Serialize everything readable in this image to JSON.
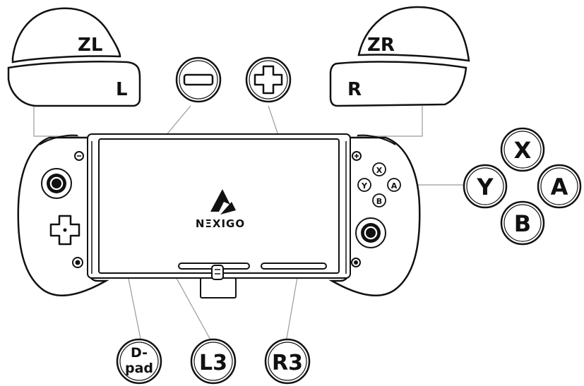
{
  "labels": {
    "zl": "ZL",
    "l": "L",
    "zr": "ZR",
    "r": "R",
    "x": "X",
    "y": "Y",
    "a": "A",
    "b": "B",
    "dpad_line1": "D-",
    "dpad_line2": "pad",
    "l3": "L3",
    "r3": "R3"
  },
  "face_small": {
    "x": "X",
    "y": "Y",
    "a": "A",
    "b": "B"
  },
  "brand": {
    "name": "NEXIGO",
    "name_display": "NΞXIGO"
  },
  "icons": {
    "minus": "minus-icon",
    "plus": "plus-icon",
    "logo": "nexigo-logo-icon"
  }
}
